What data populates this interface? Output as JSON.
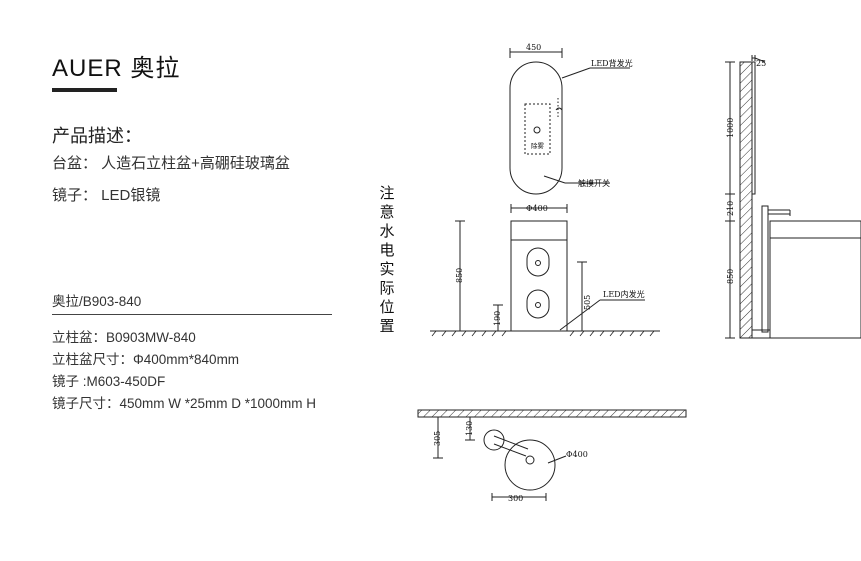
{
  "brand": {
    "name": "AUER 奥拉"
  },
  "description": {
    "title": "产品描述：",
    "basin_line": "台盆：  人造石立柱盆+高硼硅玻璃盆",
    "mirror_line": "镜子：  LED银镜"
  },
  "model": "奥拉/B903-840",
  "specs": [
    "立柱盆：B0903MW-840",
    "立柱盆尺寸：Φ400mm*840mm",
    "镜子 :M603-450DF",
    "镜子尺寸：450mm W *25mm D *1000mm H"
  ],
  "note_chars": [
    "注",
    "意",
    "水",
    "电",
    "实",
    "际",
    "位",
    "置"
  ],
  "drawing_labels": {
    "mirror_width": "450",
    "led_back_light": "LED背发光",
    "defog": "除雾",
    "touch_switch": "触摸开关",
    "basin_diameter": "Φ400",
    "total_height": "850",
    "lower_offset": "190",
    "led_height": "505",
    "led_inner_light": "LED内发光",
    "mirror_depth": "25",
    "mirror_height": "1000",
    "gap_height": "210",
    "side_height": "850",
    "plan_depth": "305",
    "plan_offset": "130",
    "plan_diameter": "Φ400",
    "plan_width": "300"
  }
}
